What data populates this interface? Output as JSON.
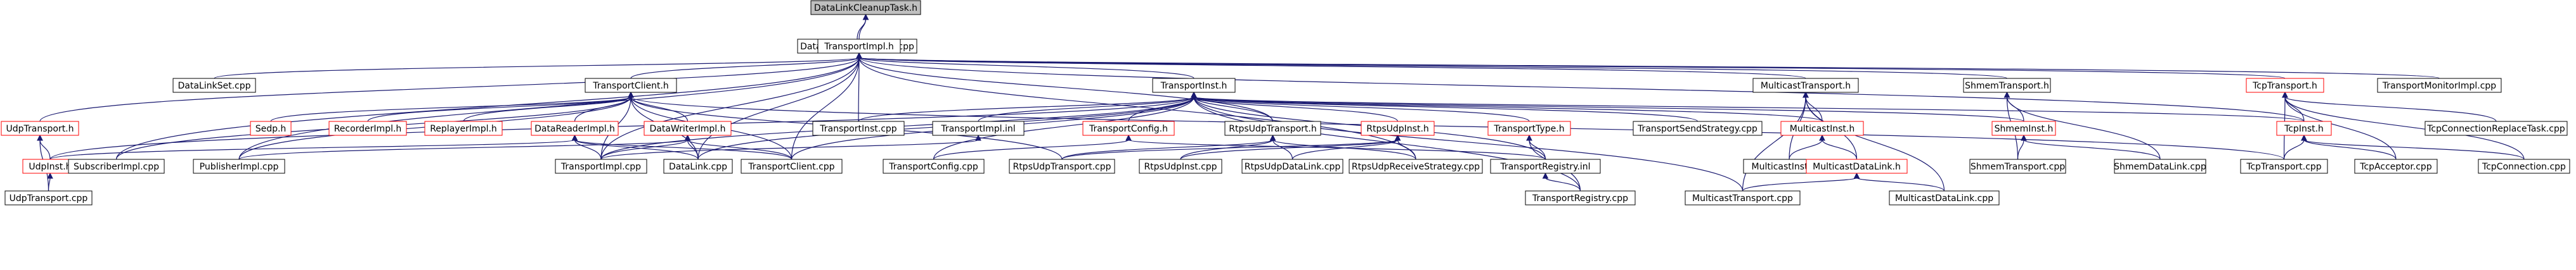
{
  "colors": {
    "edge": "#191970",
    "node_border_default": "#000000",
    "node_border_incomplete": "#ff0000",
    "node_fill_default": "#ffffff",
    "node_fill_root": "#bfbfbf",
    "text": "#000000"
  },
  "nodes": [
    {
      "id": "root",
      "label": "DataLinkCleanupTask.h",
      "kind": "root"
    },
    {
      "id": "dlct_cpp",
      "label": "DataLinkCleanupTask.cpp",
      "kind": "normal"
    },
    {
      "id": "timpl_h",
      "label": "TransportImpl.h",
      "kind": "normal"
    },
    {
      "id": "dlset",
      "label": "DataLinkSet.cpp",
      "kind": "normal"
    },
    {
      "id": "tclient_h",
      "label": "TransportClient.h",
      "kind": "normal"
    },
    {
      "id": "tinst_h",
      "label": "TransportInst.h",
      "kind": "normal"
    },
    {
      "id": "mt_h",
      "label": "MulticastTransport.h",
      "kind": "normal"
    },
    {
      "id": "st_h",
      "label": "ShmemTransport.h",
      "kind": "normal"
    },
    {
      "id": "tcpt_h",
      "label": "TcpTransport.h",
      "kind": "incomplete"
    },
    {
      "id": "tmon",
      "label": "TransportMonitorImpl.cpp",
      "kind": "normal"
    },
    {
      "id": "udpt_h",
      "label": "UdpTransport.h",
      "kind": "incomplete"
    },
    {
      "id": "sedp",
      "label": "Sedp.h",
      "kind": "incomplete"
    },
    {
      "id": "recorder",
      "label": "RecorderImpl.h",
      "kind": "incomplete"
    },
    {
      "id": "replayer",
      "label": "ReplayerImpl.h",
      "kind": "incomplete"
    },
    {
      "id": "dri_h",
      "label": "DataReaderImpl.h",
      "kind": "incomplete"
    },
    {
      "id": "dwi_h",
      "label": "DataWriterImpl.h",
      "kind": "incomplete"
    },
    {
      "id": "tinst_cpp",
      "label": "TransportInst.cpp",
      "kind": "normal"
    },
    {
      "id": "timpl_inl",
      "label": "TransportImpl.inl",
      "kind": "normal"
    },
    {
      "id": "tconfig_h",
      "label": "TransportConfig.h",
      "kind": "incomplete"
    },
    {
      "id": "rut_h",
      "label": "RtpsUdpTransport.h",
      "kind": "normal"
    },
    {
      "id": "rui_h",
      "label": "RtpsUdpInst.h",
      "kind": "incomplete"
    },
    {
      "id": "ttype_h",
      "label": "TransportType.h",
      "kind": "incomplete"
    },
    {
      "id": "tss_cpp",
      "label": "TransportSendStrategy.cpp",
      "kind": "normal"
    },
    {
      "id": "mi_h",
      "label": "MulticastInst.h",
      "kind": "incomplete"
    },
    {
      "id": "si_h",
      "label": "ShmemInst.h",
      "kind": "incomplete"
    },
    {
      "id": "tcpi_h",
      "label": "TcpInst.h",
      "kind": "incomplete"
    },
    {
      "id": "tcrt",
      "label": "TcpConnectionReplaceTask.cpp",
      "kind": "normal"
    },
    {
      "id": "udpi_h",
      "label": "UdpInst.h",
      "kind": "incomplete"
    },
    {
      "id": "subimpl",
      "label": "SubscriberImpl.cpp",
      "kind": "normal"
    },
    {
      "id": "pubimpl",
      "label": "PublisherImpl.cpp",
      "kind": "normal"
    },
    {
      "id": "timpl_cpp",
      "label": "TransportImpl.cpp",
      "kind": "normal"
    },
    {
      "id": "dl_cpp",
      "label": "DataLink.cpp",
      "kind": "normal"
    },
    {
      "id": "tclient_cpp",
      "label": "TransportClient.cpp",
      "kind": "normal"
    },
    {
      "id": "tconfig_cpp",
      "label": "TransportConfig.cpp",
      "kind": "normal"
    },
    {
      "id": "rut_cpp",
      "label": "RtpsUdpTransport.cpp",
      "kind": "normal"
    },
    {
      "id": "rui_cpp",
      "label": "RtpsUdpInst.cpp",
      "kind": "normal"
    },
    {
      "id": "rudl_cpp",
      "label": "RtpsUdpDataLink.cpp",
      "kind": "normal"
    },
    {
      "id": "rurs_cpp",
      "label": "RtpsUdpReceiveStrategy.cpp",
      "kind": "normal"
    },
    {
      "id": "treg_inl",
      "label": "TransportRegistry.inl",
      "kind": "normal"
    },
    {
      "id": "mi_cpp",
      "label": "MulticastInst.cpp",
      "kind": "normal"
    },
    {
      "id": "mdl_h",
      "label": "MulticastDataLink.h",
      "kind": "incomplete"
    },
    {
      "id": "st_cpp",
      "label": "ShmemTransport.cpp",
      "kind": "normal"
    },
    {
      "id": "sdl_cpp",
      "label": "ShmemDataLink.cpp",
      "kind": "normal"
    },
    {
      "id": "tcpt_cpp",
      "label": "TcpTransport.cpp",
      "kind": "normal"
    },
    {
      "id": "tcpa_cpp",
      "label": "TcpAcceptor.cpp",
      "kind": "normal"
    },
    {
      "id": "tcpc_cpp",
      "label": "TcpConnection.cpp",
      "kind": "normal"
    },
    {
      "id": "udpt_cpp",
      "label": "UdpTransport.cpp",
      "kind": "normal"
    },
    {
      "id": "treg_cpp",
      "label": "TransportRegistry.cpp",
      "kind": "normal"
    },
    {
      "id": "mt_cpp",
      "label": "MulticastTransport.cpp",
      "kind": "normal"
    },
    {
      "id": "mdl_cpp",
      "label": "MulticastDataLink.cpp",
      "kind": "normal"
    }
  ],
  "edges": [
    [
      "root",
      "dlct_cpp"
    ],
    [
      "root",
      "timpl_h"
    ],
    [
      "timpl_h",
      "dlset"
    ],
    [
      "timpl_h",
      "tclient_h"
    ],
    [
      "timpl_h",
      "tinst_h"
    ],
    [
      "timpl_h",
      "mt_h"
    ],
    [
      "timpl_h",
      "st_h"
    ],
    [
      "timpl_h",
      "tcpt_h"
    ],
    [
      "timpl_h",
      "tmon"
    ],
    [
      "timpl_h",
      "udpt_h"
    ],
    [
      "timpl_h",
      "timpl_cpp"
    ],
    [
      "timpl_h",
      "dl_cpp"
    ],
    [
      "timpl_h",
      "tinst_cpp"
    ],
    [
      "timpl_h",
      "tclient_cpp"
    ],
    [
      "timpl_h",
      "rut_h"
    ],
    [
      "timpl_h",
      "subimpl"
    ],
    [
      "timpl_h",
      "pubimpl"
    ],
    [
      "timpl_h",
      "tcpi_h"
    ],
    [
      "timpl_h",
      "rurs_cpp"
    ],
    [
      "tclient_h",
      "sedp"
    ],
    [
      "tclient_h",
      "recorder"
    ],
    [
      "tclient_h",
      "replayer"
    ],
    [
      "tclient_h",
      "dri_h"
    ],
    [
      "tclient_h",
      "dwi_h"
    ],
    [
      "tclient_h",
      "tclient_cpp"
    ],
    [
      "tclient_h",
      "dl_cpp"
    ],
    [
      "tclient_h",
      "timpl_cpp"
    ],
    [
      "tclient_h",
      "subimpl"
    ],
    [
      "tclient_h",
      "pubimpl"
    ],
    [
      "tclient_h",
      "rut_cpp"
    ],
    [
      "tclient_h",
      "tcpt_cpp"
    ],
    [
      "tinst_h",
      "tinst_cpp"
    ],
    [
      "tinst_h",
      "timpl_inl"
    ],
    [
      "tinst_h",
      "tconfig_h"
    ],
    [
      "tinst_h",
      "rut_h"
    ],
    [
      "tinst_h",
      "rui_h"
    ],
    [
      "tinst_h",
      "ttype_h"
    ],
    [
      "tinst_h",
      "tss_cpp"
    ],
    [
      "tinst_h",
      "mi_h"
    ],
    [
      "tinst_h",
      "si_h"
    ],
    [
      "tinst_h",
      "tcpi_h"
    ],
    [
      "tinst_h",
      "udpi_h"
    ],
    [
      "tinst_h",
      "treg_inl"
    ],
    [
      "tinst_h",
      "treg_cpp"
    ],
    [
      "tinst_h",
      "mt_cpp"
    ],
    [
      "tinst_h",
      "timpl_cpp"
    ],
    [
      "tinst_h",
      "dl_cpp"
    ],
    [
      "tinst_h",
      "tclient_cpp"
    ],
    [
      "tinst_h",
      "tconfig_cpp"
    ],
    [
      "mt_h",
      "mi_h"
    ],
    [
      "mt_h",
      "mdl_h"
    ],
    [
      "mt_h",
      "mi_cpp"
    ],
    [
      "mt_h",
      "mt_cpp"
    ],
    [
      "mt_h",
      "mdl_cpp"
    ],
    [
      "st_h",
      "si_h"
    ],
    [
      "st_h",
      "st_cpp"
    ],
    [
      "st_h",
      "sdl_cpp"
    ],
    [
      "tcpt_h",
      "tcpi_h"
    ],
    [
      "tcpt_h",
      "tcrt"
    ],
    [
      "tcpt_h",
      "tcpt_cpp"
    ],
    [
      "tcpt_h",
      "tcpa_cpp"
    ],
    [
      "tcpt_h",
      "tcpc_cpp"
    ],
    [
      "udpt_h",
      "udpi_h"
    ],
    [
      "udpt_h",
      "udpt_cpp"
    ],
    [
      "dri_h",
      "timpl_cpp"
    ],
    [
      "dri_h",
      "dl_cpp"
    ],
    [
      "dri_h",
      "tclient_cpp"
    ],
    [
      "dri_h",
      "udpi_h"
    ],
    [
      "dwi_h",
      "timpl_cpp"
    ],
    [
      "dwi_h",
      "dl_cpp"
    ],
    [
      "dwi_h",
      "tclient_cpp"
    ],
    [
      "dwi_h",
      "pubimpl"
    ],
    [
      "timpl_inl",
      "timpl_cpp"
    ],
    [
      "tconfig_h",
      "tconfig_cpp"
    ],
    [
      "tconfig_h",
      "treg_inl"
    ],
    [
      "rut_h",
      "rut_cpp"
    ],
    [
      "rut_h",
      "rui_cpp"
    ],
    [
      "rut_h",
      "rudl_cpp"
    ],
    [
      "rut_h",
      "rurs_cpp"
    ],
    [
      "rui_h",
      "rui_cpp"
    ],
    [
      "rui_h",
      "rut_cpp"
    ],
    [
      "rui_h",
      "rudl_cpp"
    ],
    [
      "rui_h",
      "rurs_cpp"
    ],
    [
      "ttype_h",
      "treg_inl"
    ],
    [
      "ttype_h",
      "treg_cpp"
    ],
    [
      "mi_h",
      "mi_cpp"
    ],
    [
      "mi_h",
      "mdl_h"
    ],
    [
      "mdl_h",
      "mt_cpp"
    ],
    [
      "mdl_h",
      "mdl_cpp"
    ],
    [
      "si_h",
      "st_cpp"
    ],
    [
      "si_h",
      "sdl_cpp"
    ],
    [
      "tcpi_h",
      "tcpt_cpp"
    ],
    [
      "tcpi_h",
      "tcpa_cpp"
    ],
    [
      "tcpi_h",
      "tcpc_cpp"
    ],
    [
      "udpi_h",
      "udpt_cpp"
    ],
    [
      "treg_inl",
      "treg_cpp"
    ]
  ]
}
